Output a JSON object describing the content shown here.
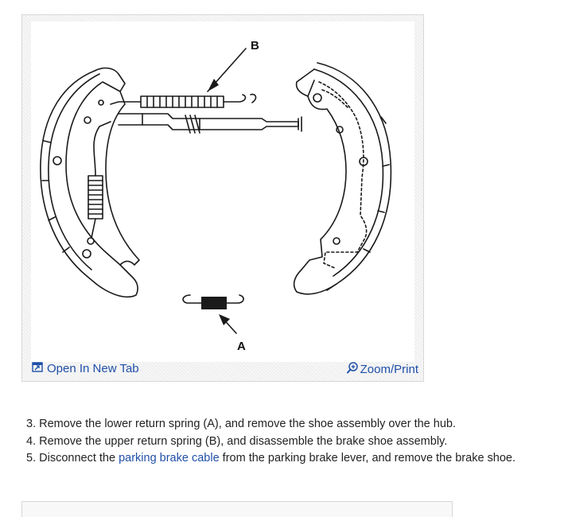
{
  "figure": {
    "callout_b": "B",
    "callout_a": "A",
    "open_tab_label": "Open In New Tab",
    "zoom_label": "Zoom/Print",
    "icons": {
      "open_tab": "open-new-tab-icon",
      "zoom": "magnifier-plus-icon"
    }
  },
  "steps": [
    {
      "text": "3. Remove the lower return spring (A), and remove the shoe assembly over the hub."
    },
    {
      "text": "4. Remove the upper return spring (B), and disassemble the brake shoe assembly."
    },
    {
      "before": "5. Disconnect the ",
      "link": "parking brake cable",
      "after": " from the parking brake lever, and remove the brake shoe."
    }
  ],
  "colors": {
    "link": "#1f4fa8",
    "text": "#222222",
    "frame_border": "#d7d7d7"
  }
}
